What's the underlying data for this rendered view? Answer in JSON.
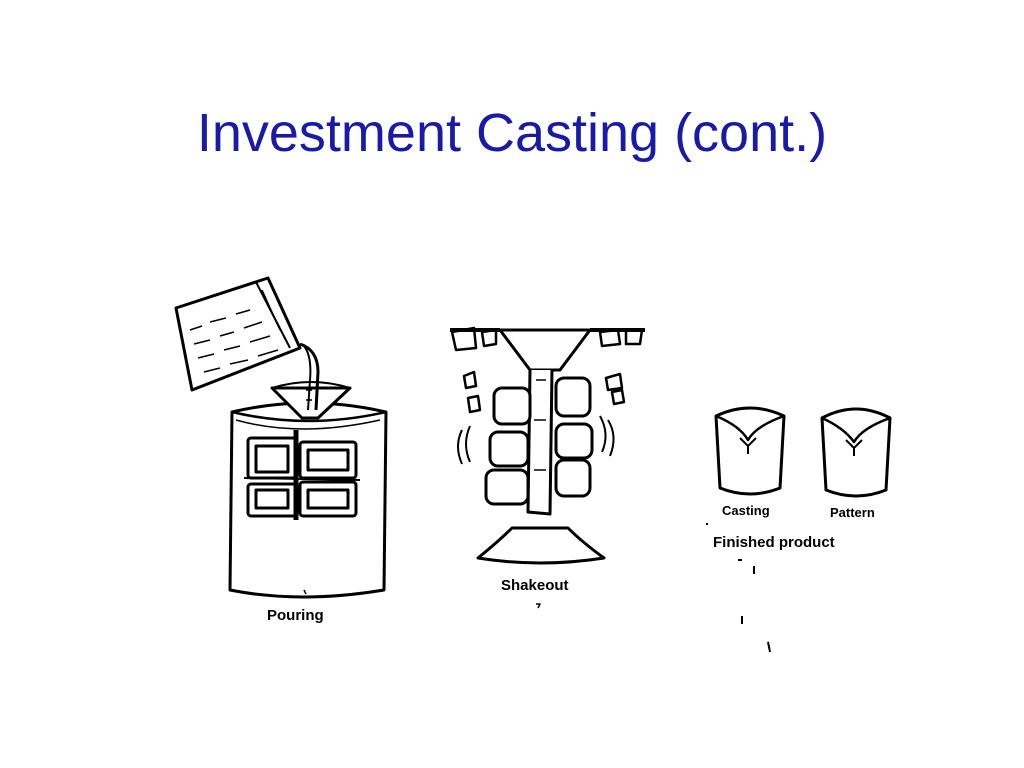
{
  "slide": {
    "title": "Investment Casting (cont.)",
    "title_color": "#1a1aa8"
  },
  "labels": {
    "pouring": "Pouring",
    "shakeout": "Shakeout",
    "casting": "Casting",
    "pattern": "Pattern",
    "finished_product": "Finished product"
  }
}
